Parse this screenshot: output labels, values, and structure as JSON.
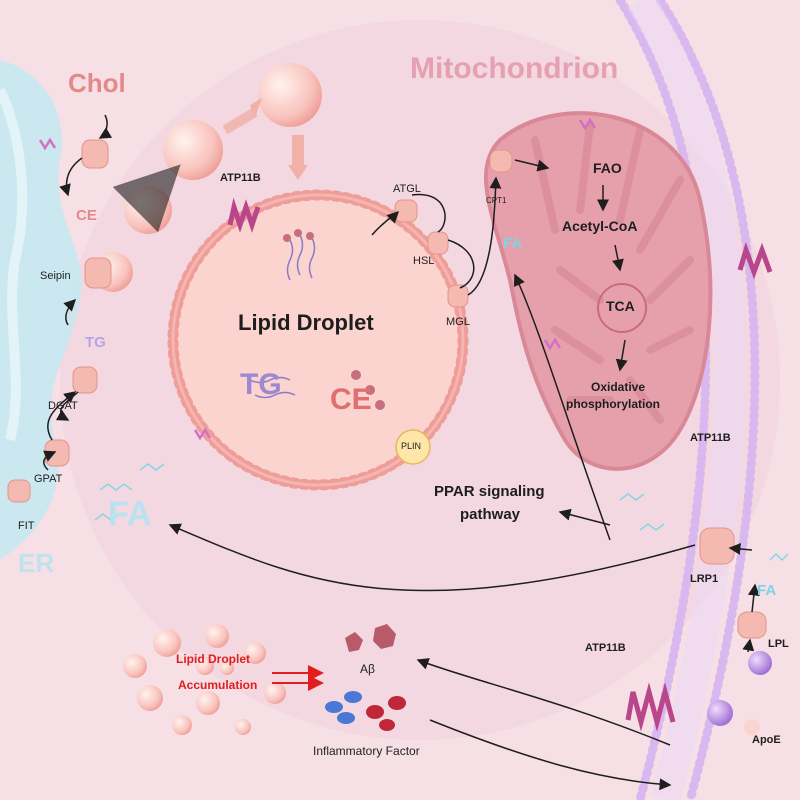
{
  "labels": {
    "mitochondrion": "Mitochondrion",
    "er": "ER",
    "chol": "Chol",
    "ce_left": "CE",
    "seipin": "Seipin",
    "tg_left": "TG",
    "dgat": "DGAT",
    "gpat": "GPAT",
    "fit": "FIT",
    "fa_left": "FA",
    "atp11b_top": "ATP11B",
    "lipid_droplet": "Lipid Droplet",
    "atgl": "ATGL",
    "hsl": "HSL",
    "mgl": "MGL",
    "tg_center": "TG",
    "ce_center": "CE",
    "plin": "PLIN",
    "cpt1": "CPT1",
    "fa_mito": "FA",
    "fao": "FAO",
    "acetyl_coa": "Acetyl-CoA",
    "tca": "TCA",
    "oxphos_1": "Oxidative",
    "oxphos_2": "phosphorylation",
    "atp11b_right": "ATP11B",
    "ppar_1": "PPAR signaling",
    "ppar_2": "pathway",
    "lrp1": "LRP1",
    "fa_right": "FA",
    "lpl": "LPL",
    "apoe": "ApoE",
    "atp11b_bottom": "ATP11B",
    "ld_accum_1": "Lipid Droplet",
    "ld_accum_2": "Accumulation",
    "abeta": "Aβ",
    "inflammatory": "Inflammatory Factor"
  },
  "colors": {
    "background": "#f6dfe5",
    "mitochondrion": "#e39aa6",
    "lipid_droplet_fill": "#fbd3cf",
    "lipid_droplet_border": "#ef9d98",
    "er": "#bfe6ee",
    "membrane": "#d9b8f0",
    "atp11b_protein": "#b9468a",
    "fa_cyan": "#7fd3e6",
    "accent_red": "#e01e1e"
  },
  "icons": {
    "atp11b": "membrane-loop-icon",
    "transporter": "barrel-protein-icon",
    "abeta": "aggregate-blob-icon",
    "apoe": "sphere-icon"
  }
}
